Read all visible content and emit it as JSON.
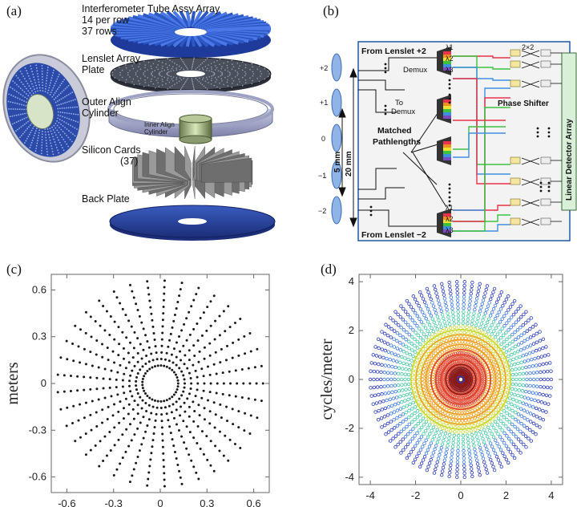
{
  "panel_a": {
    "label": "(a)",
    "callouts": {
      "tube_array": "Interferometer Tube Assy Array",
      "per_row": "14 per row",
      "rows": "37 rows",
      "lenslet_1": "Lenslet Array",
      "lenslet_2": "Plate",
      "outer_1": "Outer Align",
      "outer_2": "Cylinder",
      "inner_1": "Inner Align",
      "inner_2": "Cylinder",
      "silicon_1": "Silicon Cards",
      "silicon_2": "(37)",
      "back": "Back Plate"
    },
    "colors": {
      "tube": "#3a66d6",
      "plate": "#2b2f3a",
      "cylinder": "#a5a8c8",
      "back": "#2f4aa6",
      "silicon": "#8b8b8b"
    }
  },
  "panel_b": {
    "label": "(b)",
    "from_top": "From Lenslet +2",
    "from_bottom": "From Lenslet −2",
    "demux": "Demux",
    "to_demux_1": "To",
    "to_demux_2": "Demux",
    "matched_1": "Matched",
    "matched_2": "Pathlengths",
    "phase_shifter": "Phase Shifter",
    "coupler": "2×2",
    "detector": "Linear Detector Array",
    "dim_5": "5 mm",
    "dim_20": "20 mm",
    "lambda": [
      "λ1",
      "λ2",
      "λ3"
    ],
    "lenslet_labels": [
      "+2",
      "+1",
      "0",
      "−1",
      "−2"
    ],
    "colors": {
      "l1": "#e8334a",
      "l2": "#3cc23c",
      "l3": "#3f8fe0",
      "lens": "#8fb4e8"
    }
  },
  "chart_data": [
    {
      "type": "scatter",
      "panel_label": "(c)",
      "title": "",
      "xlabel": "",
      "ylabel": "meters",
      "xlim": [
        -0.7,
        0.7
      ],
      "ylim": [
        -0.7,
        0.7
      ],
      "xticks": [
        -0.6,
        -0.3,
        0,
        0.3,
        0.6
      ],
      "yticks": [
        0.6,
        0.3,
        0,
        -0.3,
        -0.6
      ],
      "xtick_labels": [
        "-0.6",
        "-0.3",
        "0",
        "0.3",
        "0.6"
      ],
      "ytick_labels": [
        "0.6",
        "0.3",
        "0",
        "-0.3",
        "-0.6"
      ],
      "spokes": 37,
      "points_per_spoke": 14,
      "r_inner": 0.115,
      "r_outer": 0.66,
      "marker_color": "#1a1a1a"
    },
    {
      "type": "scatter",
      "panel_label": "(d)",
      "title": "",
      "xlabel": "",
      "ylabel": "cycles/meter",
      "xlim": [
        -4.5,
        4.5
      ],
      "ylim": [
        -4.3,
        4.3
      ],
      "xticks": [
        -4,
        -2,
        0,
        2,
        4
      ],
      "yticks": [
        4,
        2,
        0,
        -2,
        -4
      ],
      "xtick_labels": [
        "-4",
        "-2",
        "0",
        "2",
        "4"
      ],
      "ytick_labels": [
        "4",
        "2",
        "0",
        "-2",
        "-4"
      ],
      "spokes": 74,
      "r_max": 4.0,
      "color_scale": [
        "#8b1a1a",
        "#e0402a",
        "#f0a020",
        "#c8d830",
        "#40c8a0",
        "#3a78e0",
        "#2a3ab8"
      ]
    }
  ]
}
